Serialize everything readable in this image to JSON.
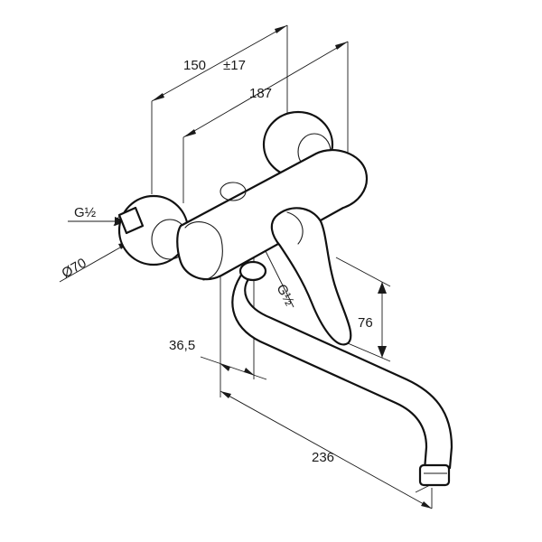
{
  "dimensions": {
    "width_150": "150",
    "tolerance": "±17",
    "width_187": "187",
    "thread_left": "G½",
    "diameter": "Ø70",
    "thread_center": "G½",
    "height_76": "76",
    "offset_36_5": "36,5",
    "reach_236": "236"
  }
}
